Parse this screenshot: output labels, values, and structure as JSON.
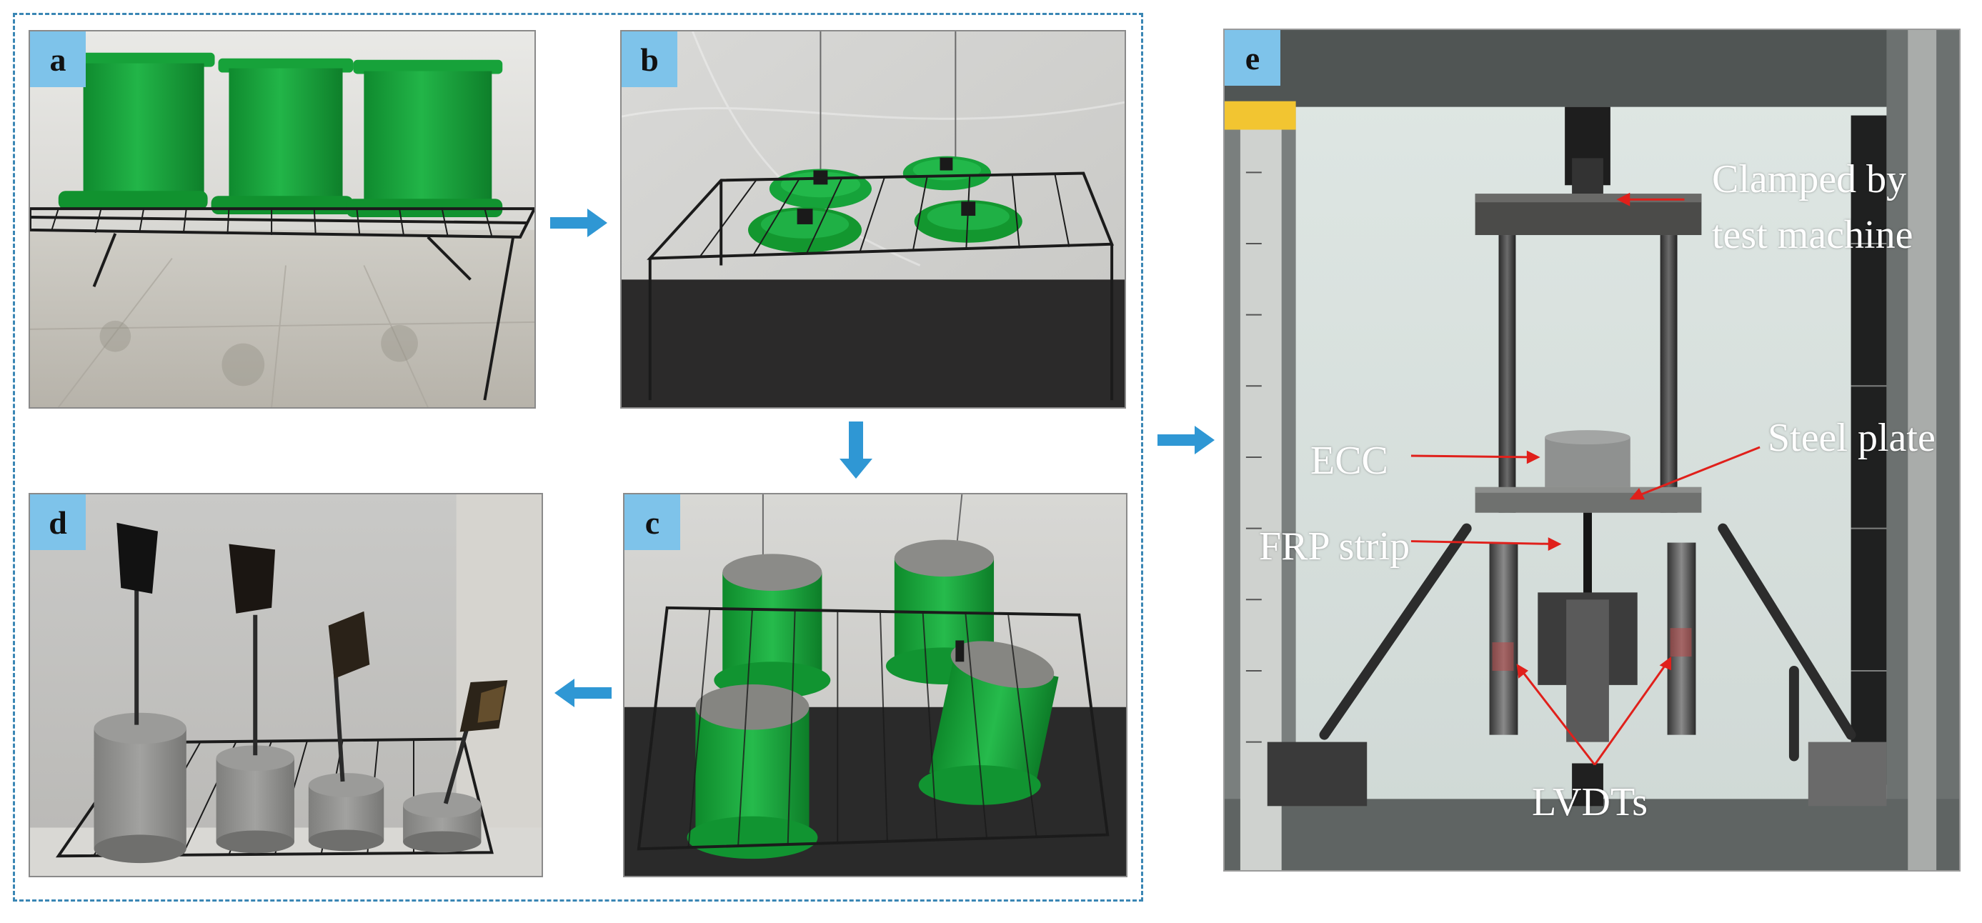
{
  "panels": {
    "a": {
      "label": "a"
    },
    "b": {
      "label": "b"
    },
    "c": {
      "label": "c"
    },
    "d": {
      "label": "d"
    },
    "e": {
      "label": "e"
    }
  },
  "callouts": {
    "clamped_line1": "Clamped by",
    "clamped_line2": "test machine",
    "ecc": "ECC",
    "steel_plate": "Steel plate",
    "frp_strip": "FRP strip",
    "lvdts": "LVDTs"
  },
  "colors": {
    "frame_dash": "#3a86b4",
    "flow_arrow": "#2f97d4",
    "badge": "#7ec3ea",
    "callout_line": "#e0201b",
    "mold_green": "#16a33a"
  }
}
